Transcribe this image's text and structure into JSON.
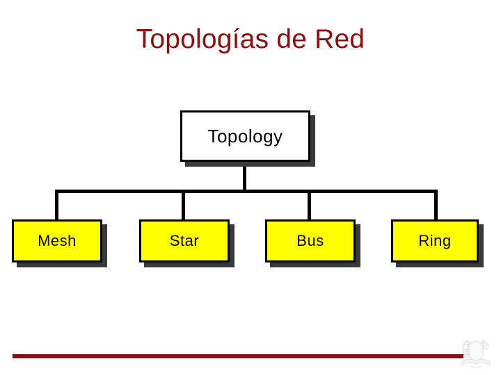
{
  "slide": {
    "title": "Topologías de Red",
    "title_color": "#8C0F10",
    "background_color": "#FFFFFF"
  },
  "diagram": {
    "type": "tree",
    "orientation": "top-down",
    "root": {
      "label": "Topology",
      "fill_color": "#FFFFFF",
      "border_color": "#000000",
      "shadow_color": "#3A3A3A"
    },
    "children": [
      {
        "label": "Mesh",
        "fill_color": "#FFFF00",
        "border_color": "#000000",
        "shadow_color": "#3A3A3A"
      },
      {
        "label": "Star",
        "fill_color": "#FFFF00",
        "border_color": "#000000",
        "shadow_color": "#3A3A3A"
      },
      {
        "label": "Bus",
        "fill_color": "#FFFF00",
        "border_color": "#000000",
        "shadow_color": "#3A3A3A"
      },
      {
        "label": "Ring",
        "fill_color": "#FFFF00",
        "border_color": "#000000",
        "shadow_color": "#3A3A3A"
      }
    ],
    "connector_color": "#000000"
  },
  "footer": {
    "rule_color": "#8C0F10",
    "emblem_name": "institutional-crest-watermark"
  }
}
